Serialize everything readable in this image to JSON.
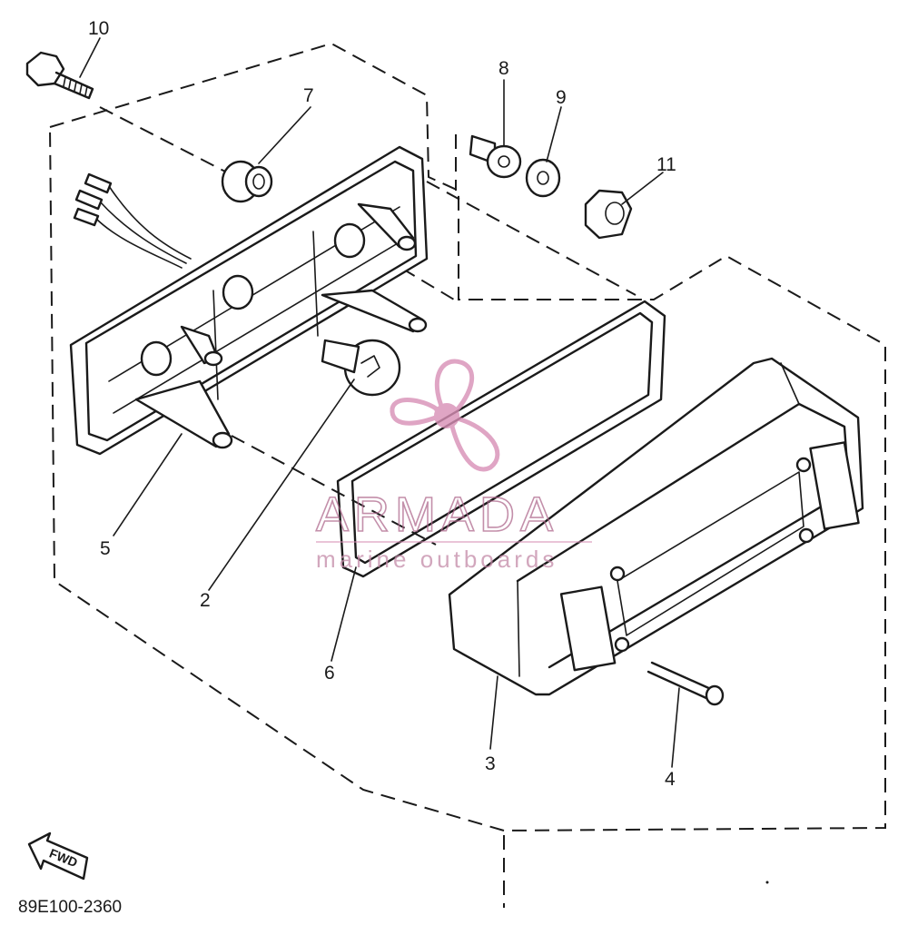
{
  "callouts": [
    {
      "id": "c10",
      "label": "10"
    },
    {
      "id": "c7",
      "label": "7"
    },
    {
      "id": "c8",
      "label": "8"
    },
    {
      "id": "c9",
      "label": "9"
    },
    {
      "id": "c11",
      "label": "11"
    },
    {
      "id": "c5",
      "label": "5"
    },
    {
      "id": "c2",
      "label": "2"
    },
    {
      "id": "c6",
      "label": "6"
    },
    {
      "id": "c3",
      "label": "3"
    },
    {
      "id": "c4",
      "label": "4"
    }
  ],
  "direction_label": "FWD",
  "diagram_code": "89E100-2360",
  "watermark": {
    "brand": "ARMADA",
    "tagline": "marine outboards",
    "color": "#d88fb6"
  }
}
